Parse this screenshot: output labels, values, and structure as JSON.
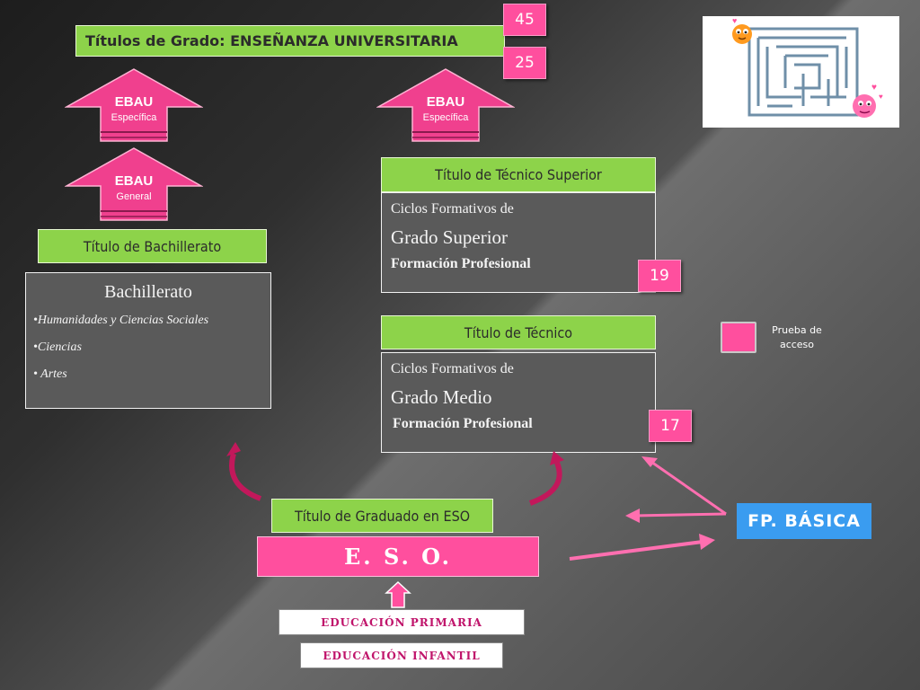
{
  "header": {
    "titulos_grado": "Títulos de Grado: ENSEÑANZA UNIVERSITARIA",
    "badge_top": "45",
    "badge_bottom": "25"
  },
  "arrows": {
    "ebau_especifica_left": {
      "title": "EBAU",
      "sub": "Específica"
    },
    "ebau_especifica_right": {
      "title": "EBAU",
      "sub": "Específica"
    },
    "ebau_general": {
      "title": "EBAU",
      "sub": "General"
    }
  },
  "bachillerato": {
    "titulo": "Título de Bachillerato",
    "heading": "Bachillerato",
    "items": [
      "•Humanidades y  Ciencias Sociales",
      "•Ciencias",
      "• Artes"
    ]
  },
  "tecnico_superior": {
    "titulo": "Título de Técnico Superior",
    "line1": "Ciclos Formativos de",
    "line2": "Grado Superior",
    "line3": "Formación Profesional",
    "badge": "19"
  },
  "tecnico": {
    "titulo": "Título de Técnico",
    "line1": "Ciclos Formativos de",
    "line2": "Grado Medio",
    "line3": "Formación Profesional",
    "badge": "17"
  },
  "legend": {
    "label_line1": "Prueba de",
    "label_line2": "acceso",
    "color": "#ff4f9e"
  },
  "eso": {
    "titulo": "Título de Graduado en ESO",
    "label": "E. S. O."
  },
  "fp_basica": {
    "label": "FP. BÁSICA"
  },
  "primaria": {
    "label": "EDUCACIÓN  PRIMARIA"
  },
  "infantil": {
    "label": "EDUCACIÓN  INFANTIL"
  },
  "colors": {
    "pink": "#ff4f9e",
    "green": "#8dd34a",
    "blue": "#3a9cf0",
    "crimson": "#c0146b"
  },
  "image": {
    "icon": "maze-icon"
  }
}
